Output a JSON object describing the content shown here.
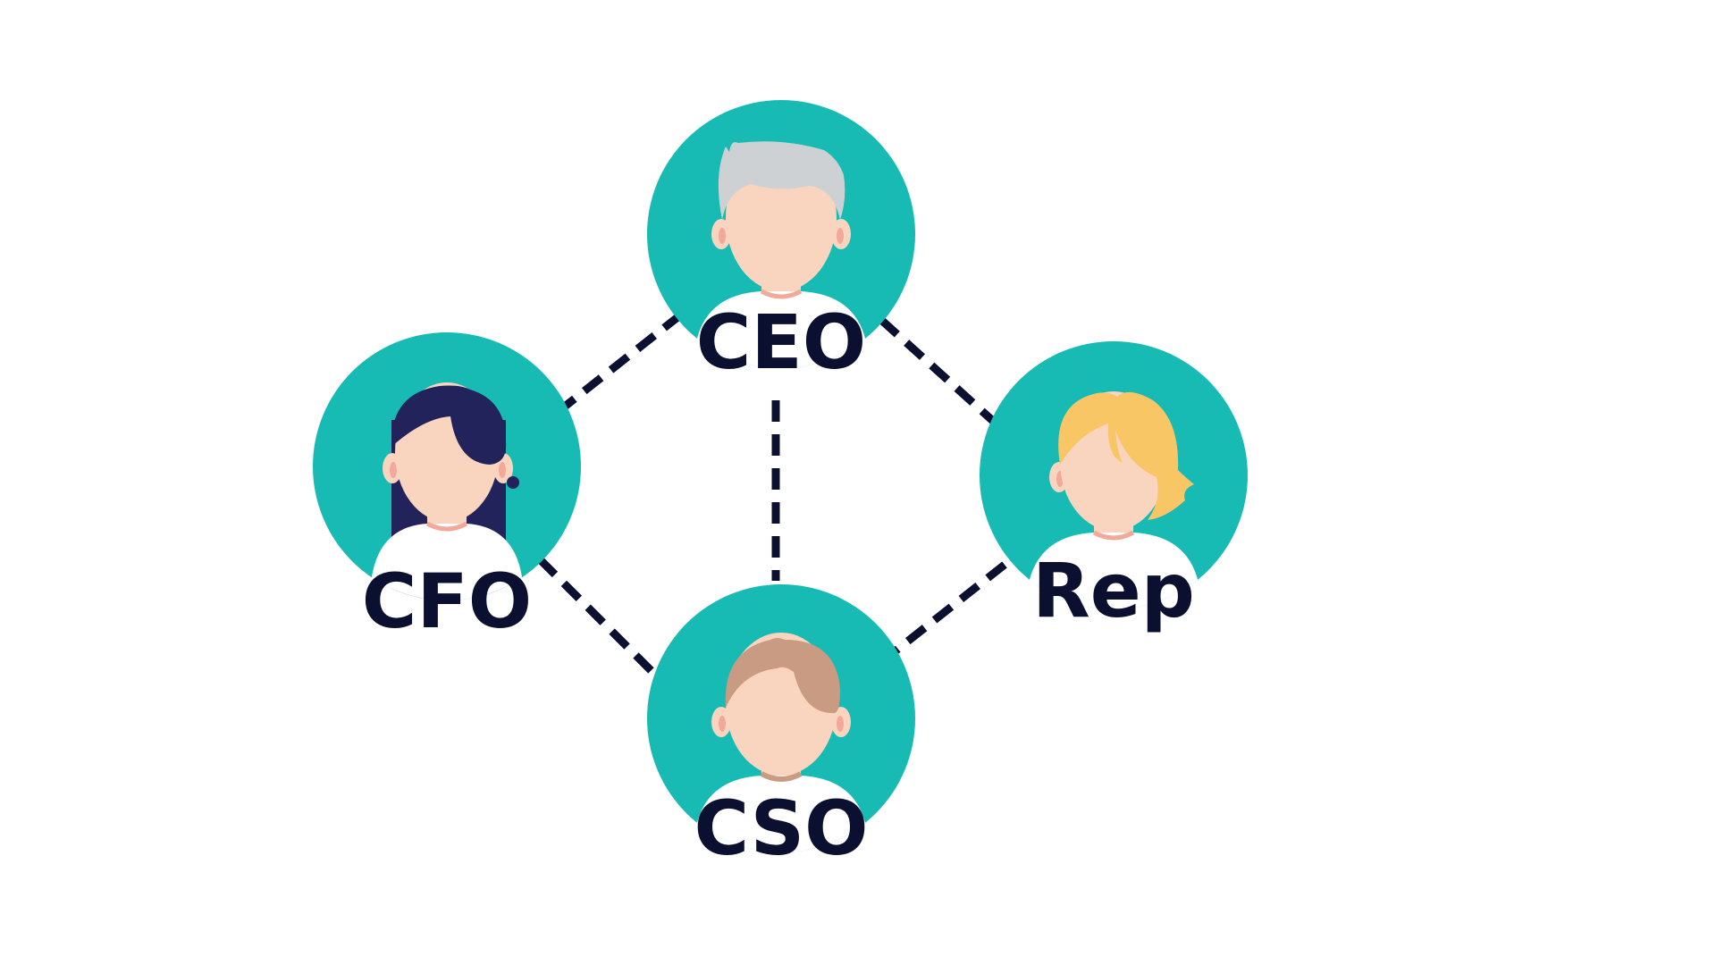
{
  "diagram": {
    "colors": {
      "circle": "#17bbb4",
      "connector": "#0b1030",
      "label": "#0b1030",
      "skin": "#f9d5c0",
      "ear_inner": "#f3a99a",
      "shirt": "#ffffff"
    },
    "nodes": [
      {
        "id": "ceo",
        "label": "CEO",
        "hair_color": "#cdd1d4",
        "hair_style": "short-spiky"
      },
      {
        "id": "cfo",
        "label": "CFO",
        "hair_color": "#22235a",
        "hair_style": "long"
      },
      {
        "id": "rep",
        "label": "Rep",
        "hair_color": "#f8c665",
        "hair_style": "side-swept"
      },
      {
        "id": "cso",
        "label": "CSO",
        "hair_color": "#c99b82",
        "hair_style": "short-parted"
      }
    ],
    "connections": [
      {
        "from": "ceo",
        "to": "cfo"
      },
      {
        "from": "ceo",
        "to": "rep"
      },
      {
        "from": "ceo",
        "to": "cso"
      },
      {
        "from": "cfo",
        "to": "cso"
      },
      {
        "from": "rep",
        "to": "cso"
      }
    ]
  }
}
